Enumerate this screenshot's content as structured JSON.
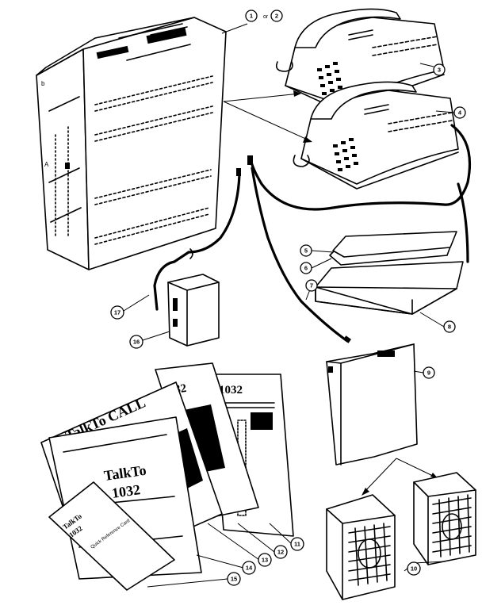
{
  "figure": {
    "callouts": {
      "c1": "1",
      "c_or": "or",
      "c2": "2",
      "c3": "3",
      "c4": "4",
      "c5": "5",
      "c6": "6",
      "c7": "7",
      "c8": "8",
      "c9": "9",
      "c10": "10",
      "c11": "11",
      "c12": "12",
      "c13": "13",
      "c14": "14",
      "c15": "15",
      "c16": "16",
      "c17": "17"
    },
    "manuals": {
      "talkto_call": "TalkTo CALL",
      "talkto_1032_a": "TalkTo",
      "talkto_1032_b": "1032",
      "m1032_back": "1032",
      "m1032_mid": "1032",
      "card_a": "TalkTo",
      "card_b": "1032",
      "card_c": "Quick Reference Card"
    }
  }
}
